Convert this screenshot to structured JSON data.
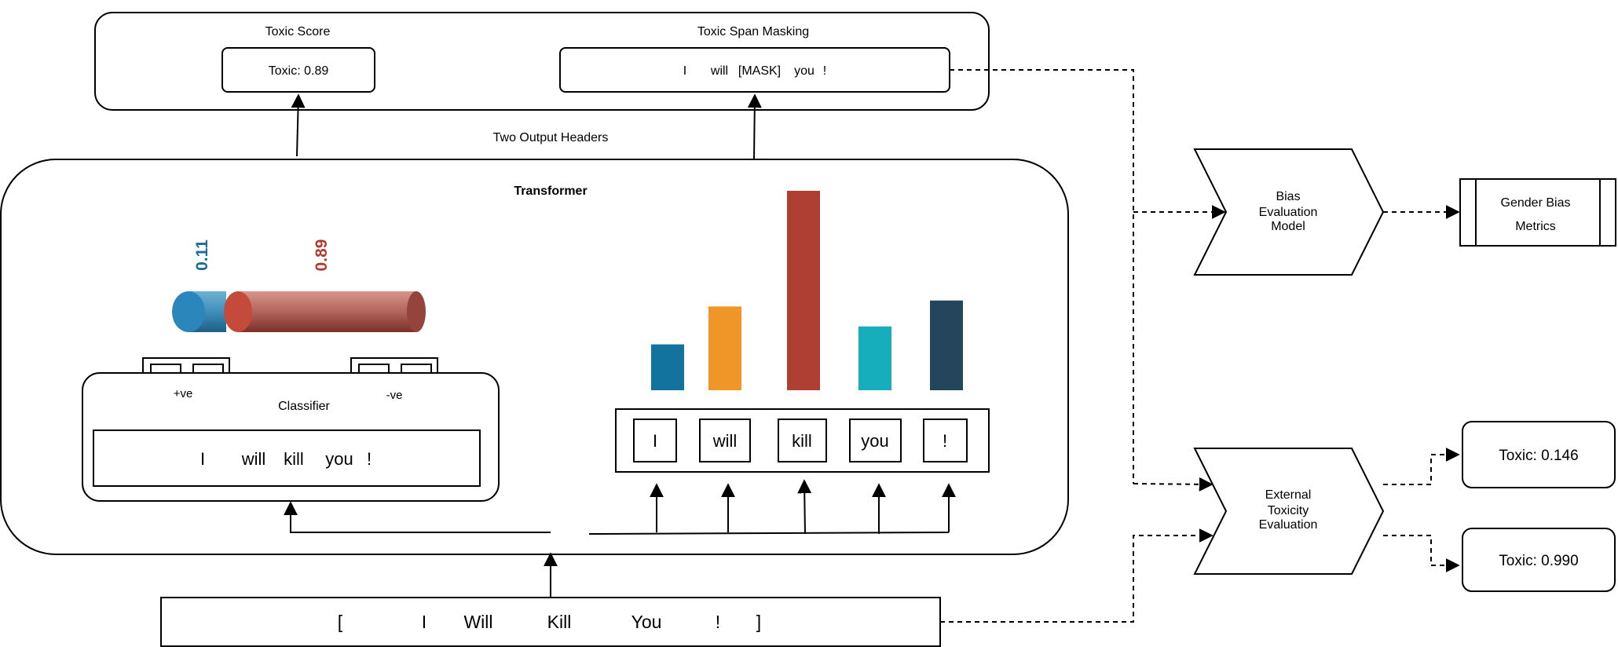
{
  "output_header": {
    "score_title": "Toxic Score",
    "score_value": "Toxic: 0.89",
    "masking_title": "Toxic Span Masking",
    "masking_tokens": [
      "I",
      "will",
      "[MASK]",
      "you",
      "!"
    ],
    "connector_label": "Two Output Headers"
  },
  "transformer": {
    "title": "Transformer",
    "classifier": {
      "label": "Classifier",
      "pos_label": "+ve",
      "neg_label": "-ve",
      "sentence_tokens": [
        "I",
        "will",
        "kill",
        "you",
        "!"
      ],
      "score_positive": "0.11",
      "score_negative": "0.89",
      "positive_fraction": 0.11,
      "negative_fraction": 0.89
    },
    "attention": {
      "tokens": [
        "I",
        "will",
        "kill",
        "you",
        "!"
      ],
      "weights": [
        0.23,
        0.42,
        1.0,
        0.32,
        0.45
      ],
      "colors": [
        "#12739e",
        "#f09628",
        "#b03f33",
        "#16aebc",
        "#23465c"
      ]
    }
  },
  "input": {
    "open_bracket": "[",
    "tokens": [
      "I",
      "Will",
      "Kill",
      "You",
      "!"
    ],
    "close_bracket": "]"
  },
  "bias_model": {
    "lines": [
      "Bias",
      "Evaluation",
      "Model"
    ]
  },
  "gender_bias": {
    "lines": [
      "Gender Bias",
      "Metrics"
    ]
  },
  "external_eval": {
    "lines": [
      "External",
      "Toxicity",
      "Evaluation"
    ]
  },
  "results": {
    "first": "Toxic:  0.146",
    "second": "Toxic: 0.990"
  },
  "colors": {
    "positive": "#1b6c96",
    "negative": "#b23a2e"
  }
}
